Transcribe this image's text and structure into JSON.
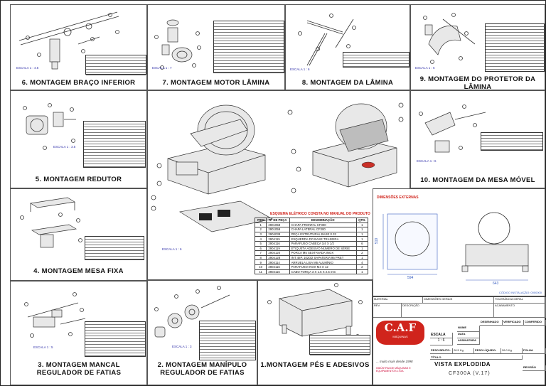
{
  "panels": {
    "p6": {
      "title": "6. MONTAGEM BRAÇO INFERIOR",
      "scale": "ESCALA 1 : 4.5"
    },
    "p7": {
      "title": "7. MONTAGEM MOTOR LÂMINA",
      "scale": "ESCALA 1 : 7"
    },
    "p8": {
      "title": "8. MONTAGEM DA LÂMINA",
      "scale": "ESCALA 1 : 6"
    },
    "p9": {
      "title": "9. MONTAGEM DO PROTETOR DA LÂMINA",
      "scale": "ESCALA 1 : 6"
    },
    "p5": {
      "title": "5. MONTAGEM REDUTOR",
      "scale": "ESCALA 1 : 3.5"
    },
    "p10": {
      "title": "10. MONTAGEM DA MESA MÓVEL",
      "scale": "ESCALA 1 : 6"
    },
    "p4": {
      "title": "4. MONTAGEM MESA FIXA"
    },
    "p3": {
      "title": "3. MONTAGEM MANCAL REGULADOR DE FATIAS",
      "scale": "ESCALA 1 : 5"
    },
    "p2": {
      "title": "2. MONTAGEM MANÍPULO REGULADOR DE FATIAS",
      "scale": "ESCALA 1 : 3"
    },
    "p1": {
      "title": "1.MONTAGEM PÉS E ADESIVOS"
    },
    "main": {
      "scale": "ESCALA 1 : 6"
    }
  },
  "esquema": "ESQUEMA ELÉTRICO CONSTA NO MANUAL DO PRODUTO",
  "bom_headers": [
    "ITEM",
    "Nº DE PEÇA",
    "DENOMINAÇÃO",
    "QTD."
  ],
  "bom": [
    [
      "1",
      "2901058",
      "CHAPA FRONTAL CF300",
      "1"
    ],
    [
      "2",
      "2901059",
      "CHAPA LATERAL CF300",
      "1"
    ],
    [
      "3",
      "2904038",
      "PEÇA ESTRUTURAL BASE 0.32",
      "1"
    ],
    [
      "4",
      "2904115",
      "ESQUERDA DO BASE TRASEIRA",
      "1"
    ],
    [
      "5",
      "2904116",
      "PARAFUSO CABEÇA 1/4 X 1/2",
      "6"
    ],
    [
      "6",
      "2904119",
      "ETIQUETA ADESIVO NÚMERO DE SÉRIE",
      "1"
    ],
    [
      "7",
      "2904120",
      "PORCA M5 SEXTAVADA INOX",
      "2"
    ],
    [
      "8",
      "2904128",
      "INT. BIP. 1020/2 SAPATERIA 95 PRET",
      "1"
    ],
    [
      "9",
      "2904114",
      "ARRUELA LISA M6 ALUMÍNIO",
      "4"
    ],
    [
      "10",
      "2904116",
      "PARAFUSO INOX M4 X 12",
      "2"
    ],
    [
      "11",
      "2904116",
      "CABO FORÇA 3 X 1.5 X 2.5 mm",
      "1"
    ]
  ],
  "dimensoes": {
    "title": "DIMENSÕES EXTERNAS",
    "height": "519",
    "depth": "594",
    "width": "643",
    "note": "CÓDIGO INSTALAÇÃO: 0000000"
  },
  "title_block": {
    "logo": "C.A.F",
    "logo_sub": "MÁQUINAS",
    "slogan": "... muito mais desde 1998",
    "address": "INDÚSTRIA DE MÁQUINAS E EQUIPAMENTOS LTDA",
    "escala_label": "ESCALA",
    "escala": "1 : 6",
    "titulo_label": "TÍTULO",
    "titulo": "VISTA EXPLODIDA",
    "modelo": "CF300A (V.17)",
    "desenho": "DESENHADO",
    "verificado": "VERIFICADO",
    "conferido": "CONFERIDO",
    "nome": "NOME",
    "data": "DATA",
    "assinatura": "ASSINATURA",
    "peso_bruto_label": "PESO BRUTO:",
    "peso_bruto": "26.5 Kg",
    "peso_liquido_label": "PESO LÍQUIDO:",
    "peso_liquido": "26.0 Kg",
    "folha_label": "FOLHA",
    "revisao_label": "REVISÃO",
    "descricao": "DESCRIÇÃO",
    "material_label": "MATERIAL",
    "dims_label": "DIMENSÕES GERAIS",
    "tolerancia": "TOLERÂNCIA GERAL",
    "rev": "REV.",
    "acabamento": "ACABAMENTO"
  }
}
